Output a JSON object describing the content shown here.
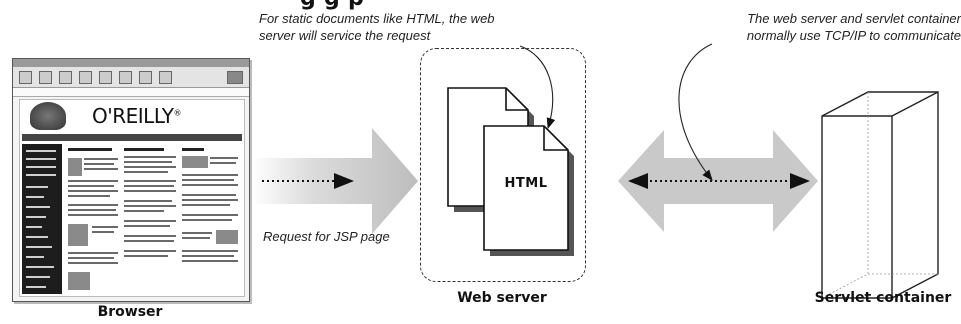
{
  "header": {
    "title_fragment": "g                        g              p"
  },
  "captions": {
    "static_docs": "For static documents like HTML, the web\nserver will service the request",
    "tcp_ip": "The web server and servlet container\nnormally use TCP/IP to communicate",
    "request": "Request for JSP page"
  },
  "nodes": {
    "browser": "Browser",
    "web_server": "Web server",
    "servlet_container": "Servlet container"
  },
  "document": {
    "label": "HTML"
  },
  "browser_page": {
    "logo": "O'REILLY",
    "logo_mark": "®"
  },
  "colors": {
    "arrow_fill": "#c9c9c9",
    "box_border": "#333333",
    "shadow": "#555555"
  }
}
